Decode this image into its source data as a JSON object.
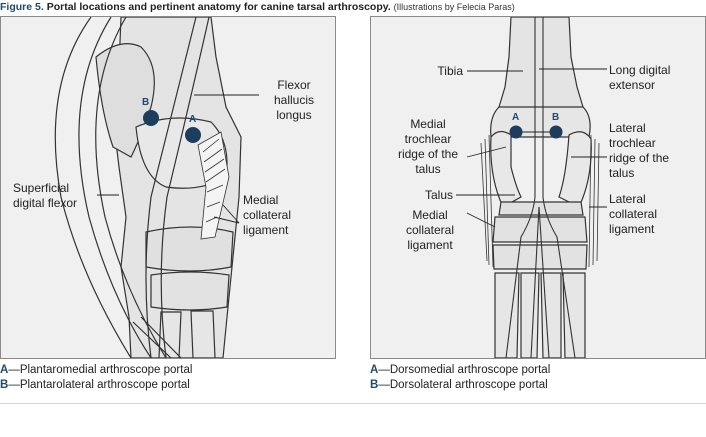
{
  "caption": {
    "figure_label": "Figure 5.",
    "title": "Portal locations and pertinent anatomy for canine tarsal arthroscopy.",
    "credit": "(Illustrations by Felecia Paras)"
  },
  "colors": {
    "accent": "#1f4a6e",
    "portal": "#1c3d5e",
    "panel_bg": "#f0f0f0"
  },
  "left_panel": {
    "labels": {
      "flexor_hallucis_longus": "Flexor\nhallucis\nlongus",
      "superficial_digital_flexor": "Superficial\ndigital flexor",
      "medial_collateral_ligament": "Medial\ncollateral\nligament"
    },
    "portal_a": "A",
    "portal_b": "B"
  },
  "right_panel": {
    "labels": {
      "tibia": "Tibia",
      "long_digital_extensor": "Long digital\nextensor",
      "medial_trochlear_ridge": "Medial\ntrochlear\nridge of the\ntalus",
      "lateral_trochlear_ridge": "Lateral\ntrochlear\nridge of the\ntalus",
      "talus": "Talus",
      "medial_collateral_ligament": "Medial\ncollateral\nligament",
      "lateral_collateral_ligament": "Lateral\ncollateral\nligament"
    },
    "portal_a": "A",
    "portal_b": "B"
  },
  "legend_left": [
    {
      "key": "A",
      "text": "—Plantaromedial arthroscope portal"
    },
    {
      "key": "B",
      "text": "—Plantarolateral arthroscope portal"
    }
  ],
  "legend_right": [
    {
      "key": "A",
      "text": "—Dorsomedial arthroscope portal"
    },
    {
      "key": "B",
      "text": "—Dorsolateral arthroscope portal"
    }
  ]
}
